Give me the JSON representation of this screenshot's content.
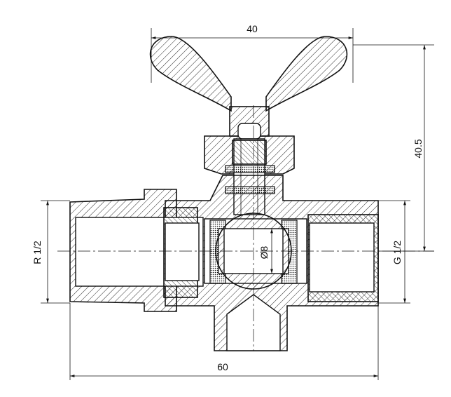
{
  "drawing": {
    "dimensions": {
      "top_width": "40",
      "right_height": "40.5",
      "left_thread": "R 1/2",
      "right_thread": "G 1/2",
      "ball_bore": "Ø8",
      "bottom_length": "60"
    },
    "colors": {
      "line": "#111111",
      "background": "#ffffff"
    }
  }
}
